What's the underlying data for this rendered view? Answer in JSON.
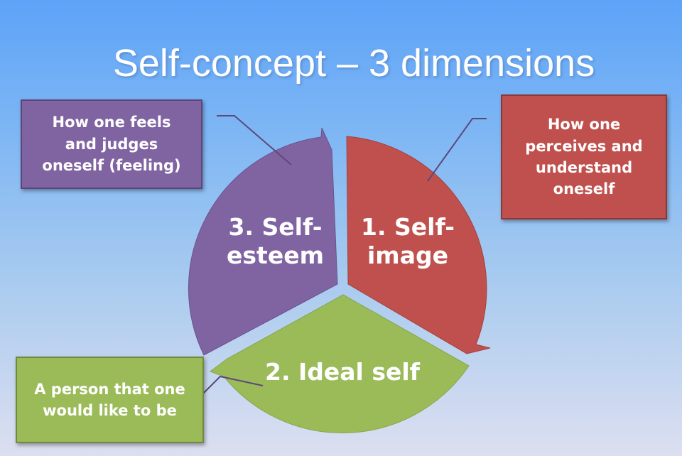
{
  "title": "Self-concept – 3 dimensions",
  "segments": {
    "self_image": {
      "line1": "1. Self-",
      "line2": "image",
      "color": "#c0504d"
    },
    "ideal_self": {
      "label": "2. Ideal self",
      "color": "#9bbb59"
    },
    "self_esteem": {
      "line1": "3. Self-",
      "line2": "esteem",
      "color": "#8064a2"
    }
  },
  "callouts": {
    "feeling": {
      "lines": [
        "How one feels",
        "and judges",
        "oneself (feeling)"
      ],
      "color": "#8064a2"
    },
    "self_image": {
      "lines": [
        "How one",
        "perceives and",
        "understand",
        "oneself"
      ],
      "color": "#c0504d"
    },
    "ideal_self": {
      "lines": [
        "A person that one",
        "would like to be"
      ],
      "color": "#9bbb59"
    }
  },
  "colors": {
    "connector": "#5a4a7a",
    "background_top": "#5da3f8",
    "background_bottom": "#dcdff0"
  }
}
